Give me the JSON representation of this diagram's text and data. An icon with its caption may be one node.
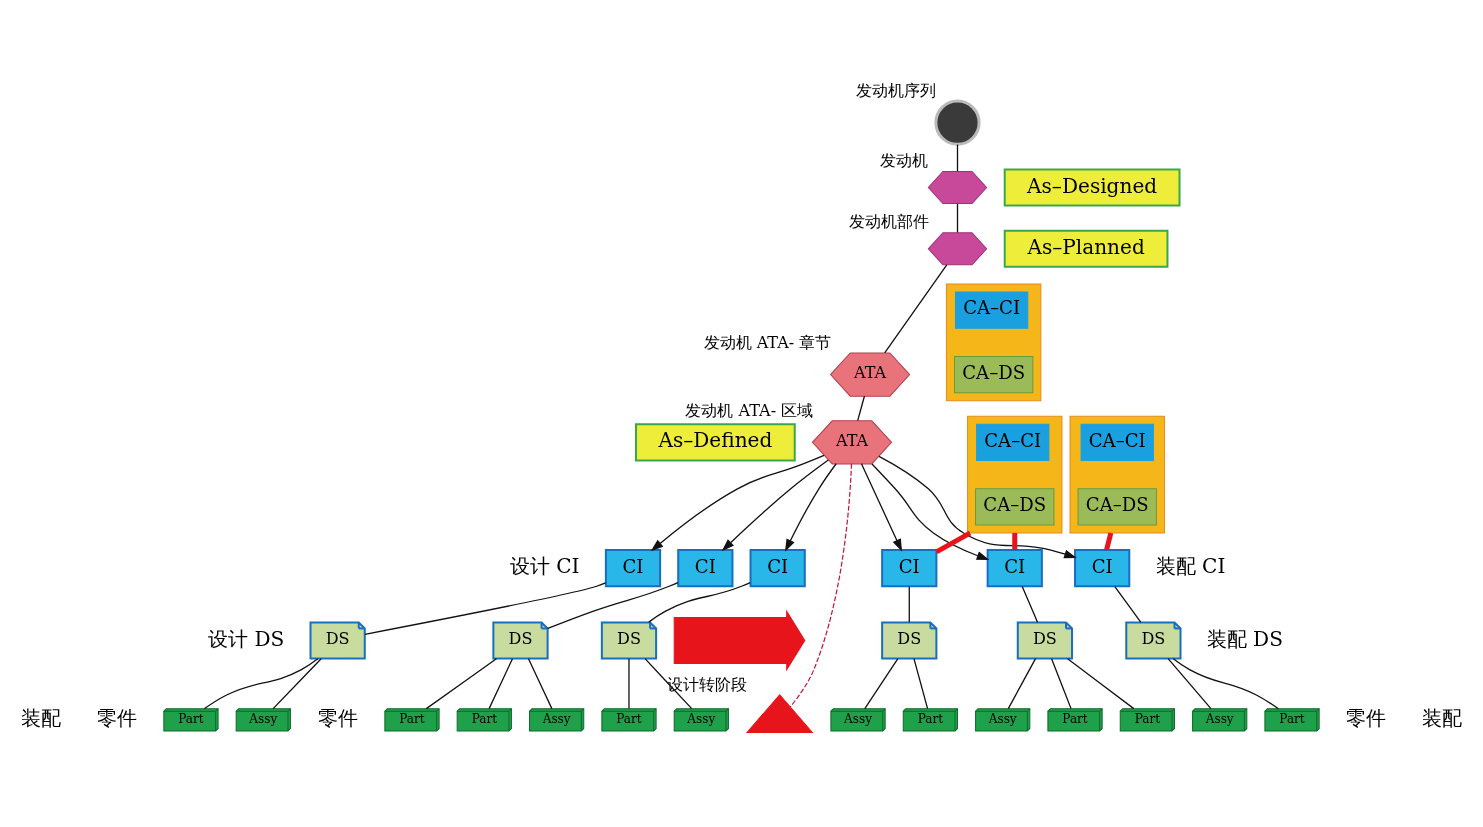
{
  "diagram": {
    "nodes": [
      {
        "text": [],
        "shape": "circle",
        "beside": [
          "发动机序列"
        ]
      },
      {
        "text": [],
        "shape": "hexagon",
        "beside": [
          "发动机"
        ]
      },
      {
        "text": [],
        "shape": "hexagon",
        "beside": [
          "发动机部件"
        ]
      },
      {
        "text": [
          "ATA"
        ],
        "beside": [
          "发动机 ATA- 章节"
        ]
      },
      {
        "text": [
          "ATA"
        ],
        "beside": [
          "发动机 ATA- 区域"
        ]
      },
      {
        "text": [
          "As–Designed"
        ]
      },
      {
        "text": [
          "As–Defined"
        ]
      },
      {
        "text": [
          "As–Planned"
        ]
      },
      {
        "text": [],
        "shape": "box"
      },
      {
        "text": [
          "CA–CI"
        ],
        "in": 8
      },
      {
        "text": [
          "CA–DS"
        ],
        "in": 8
      },
      {
        "text": [],
        "shape": "box"
      },
      {
        "text": [
          "CA–CI"
        ],
        "in": 11
      },
      {
        "text": [
          "CA–DS"
        ],
        "in": 11
      },
      {
        "text": [],
        "shape": "box"
      },
      {
        "text": [
          "CA–CI"
        ],
        "in": 14
      },
      {
        "text": [
          "CA–DS"
        ],
        "in": 14
      },
      {
        "text": [
          "CI"
        ]
      },
      {
        "text": [
          "DS"
        ]
      },
      {
        "text": [
          "Assy"
        ]
      },
      {
        "text": [
          "Part"
        ]
      },
      {
        "text": [
          "CI"
        ]
      },
      {
        "text": [
          "DS"
        ]
      },
      {
        "text": [
          "Assy"
        ]
      },
      {
        "text": [
          "Part"
        ]
      },
      {
        "text": [
          "Part"
        ]
      },
      {
        "text": [
          "CI"
        ]
      },
      {
        "text": [
          "DS"
        ]
      },
      {
        "text": [
          "Assy"
        ]
      },
      {
        "text": [
          "Part"
        ]
      },
      {
        "text": [
          "CI"
        ]
      },
      {
        "text": [
          "DS"
        ]
      },
      {
        "text": [
          "Assy"
        ]
      },
      {
        "text": [
          "Part"
        ]
      },
      {
        "text": [
          "CI"
        ]
      },
      {
        "text": [
          "DS"
        ]
      },
      {
        "text": [
          "Assy"
        ]
      },
      {
        "text": [
          "Part"
        ]
      },
      {
        "text": [
          "Part"
        ]
      },
      {
        "text": [
          "CI"
        ]
      },
      {
        "text": [
          "DS"
        ]
      },
      {
        "text": [
          "Assy"
        ]
      },
      {
        "text": [
          "Part"
        ]
      },
      {
        "text": [],
        "shape": "arrow"
      },
      {
        "text": [],
        "shape": "triangle",
        "beside": [
          "设计转阶段"
        ]
      }
    ],
    "edges": [
      {
        "from": 0,
        "to": 1,
        "arrow": "none"
      },
      {
        "from": 1,
        "to": 2,
        "arrow": "none"
      },
      {
        "from": 2,
        "to": 3,
        "arrow": "none"
      },
      {
        "from": 3,
        "to": 4,
        "arrow": "none"
      },
      {
        "from": 4,
        "to": 17,
        "arrow": "to"
      },
      {
        "from": 4,
        "to": 21,
        "arrow": "to"
      },
      {
        "from": 4,
        "to": 26,
        "arrow": "to"
      },
      {
        "from": 4,
        "to": 30,
        "arrow": "to"
      },
      {
        "from": 4,
        "to": 34,
        "arrow": "to"
      },
      {
        "from": 4,
        "to": 39,
        "arrow": "to"
      },
      {
        "from": 17,
        "to": 18,
        "arrow": "none"
      },
      {
        "from": 18,
        "to": 19,
        "arrow": "none"
      },
      {
        "from": 18,
        "to": 20,
        "arrow": "none"
      },
      {
        "from": 21,
        "to": 22,
        "arrow": "none"
      },
      {
        "from": 22,
        "to": 23,
        "arrow": "none"
      },
      {
        "from": 22,
        "to": 24,
        "arrow": "none"
      },
      {
        "from": 22,
        "to": 25,
        "arrow": "none"
      },
      {
        "from": 26,
        "to": 27,
        "arrow": "none"
      },
      {
        "from": 27,
        "to": 28,
        "arrow": "none"
      },
      {
        "from": 27,
        "to": 29,
        "arrow": "none"
      },
      {
        "from": 30,
        "to": 31,
        "arrow": "none"
      },
      {
        "from": 31,
        "to": 32,
        "arrow": "none"
      },
      {
        "from": 31,
        "to": 33,
        "arrow": "none"
      },
      {
        "from": 34,
        "to": 35,
        "arrow": "none"
      },
      {
        "from": 35,
        "to": 36,
        "arrow": "none"
      },
      {
        "from": 35,
        "to": 37,
        "arrow": "none"
      },
      {
        "from": 35,
        "to": 38,
        "arrow": "none"
      },
      {
        "from": 39,
        "to": 40,
        "arrow": "none"
      },
      {
        "from": 40,
        "to": 41,
        "arrow": "none"
      },
      {
        "from": 40,
        "to": 42,
        "arrow": "none"
      },
      {
        "from": 11,
        "to": 30,
        "arrow": "none",
        "style": "thick",
        "color": "#e8141b"
      },
      {
        "from": 11,
        "to": 34,
        "arrow": "none",
        "style": "thick",
        "color": "#e8141b"
      },
      {
        "from": 14,
        "to": 39,
        "arrow": "none",
        "style": "thick",
        "color": "#e8141b"
      },
      {
        "from": 4,
        "to": 44,
        "arrow": "none",
        "style": "dashed",
        "color": "#c0143c"
      }
    ],
    "labels": [
      "设计 CI",
      "设计 DS",
      "装配",
      "零件",
      "零件",
      "装配 CI",
      "装配 DS",
      "装配",
      "零件"
    ]
  }
}
